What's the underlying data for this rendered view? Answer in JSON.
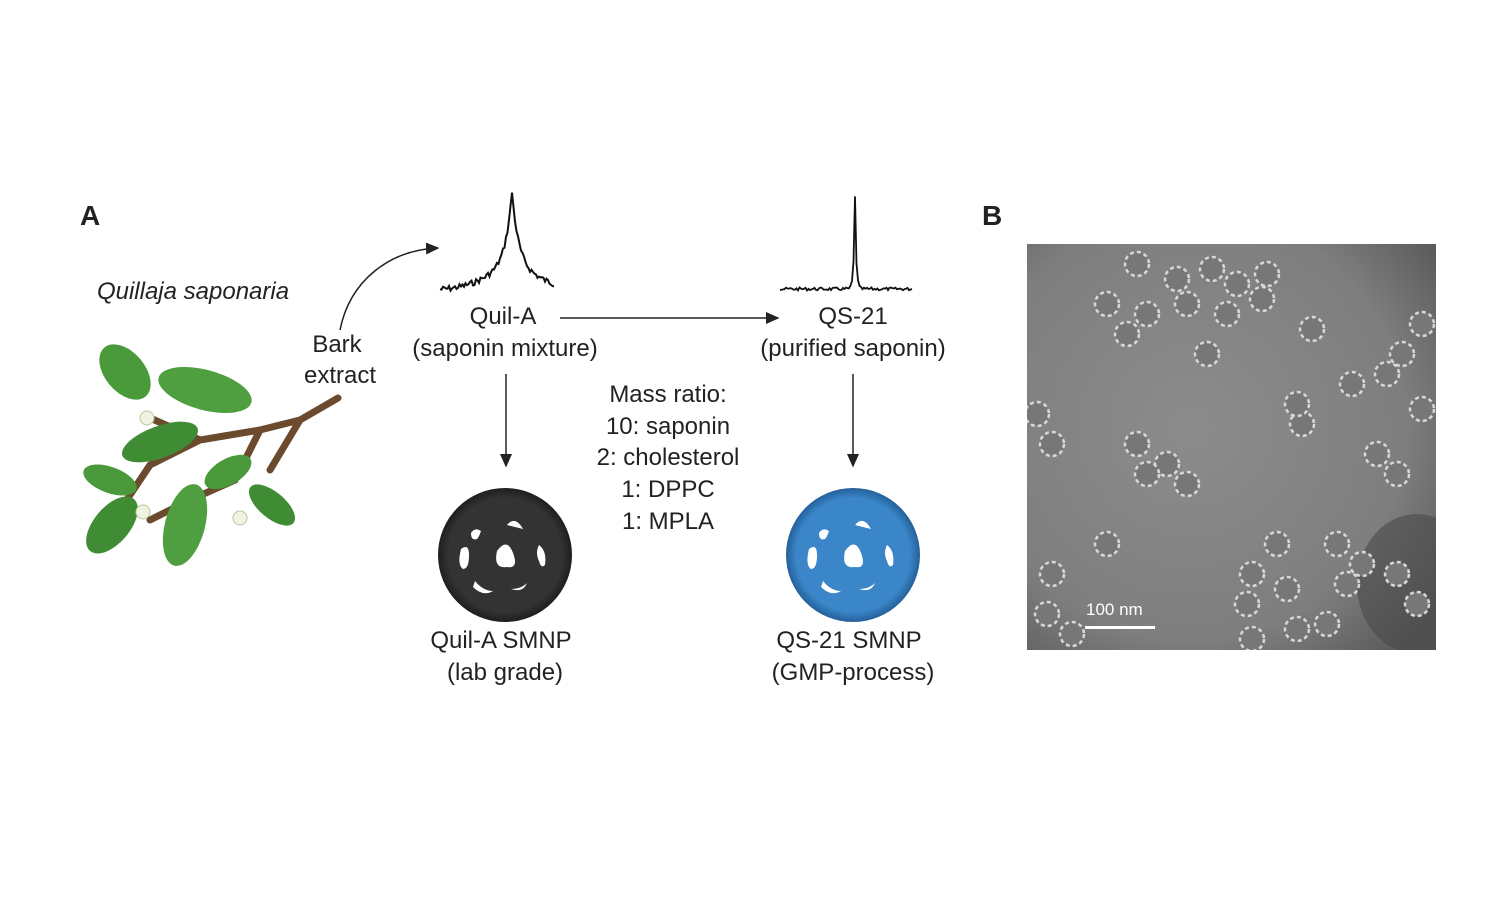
{
  "panels": {
    "a": "A",
    "b": "B"
  },
  "plant": {
    "name": "Quillaja saponaria",
    "step": [
      "Bark",
      "extract"
    ]
  },
  "quil_a": {
    "name": "Quil-A",
    "desc": "(saponin mixture)",
    "product": "Quil-A SMNP",
    "product_desc": "(lab grade)"
  },
  "qs21": {
    "name": "QS-21",
    "desc": "(purified saponin)",
    "product": "QS-21 SMNP",
    "product_desc": "(GMP-process)"
  },
  "mass_ratio": {
    "title": "Mass ratio:",
    "lines": [
      "10: saponin",
      "2: cholesterol",
      "1: DPPC",
      "1: MPLA"
    ]
  },
  "micrograph": {
    "scale_label": "100 nm"
  },
  "colors": {
    "leaf": "#4a9a3c",
    "quil_a_particle": "#2e2e2e",
    "qs21_particle": "#3a86c8"
  }
}
